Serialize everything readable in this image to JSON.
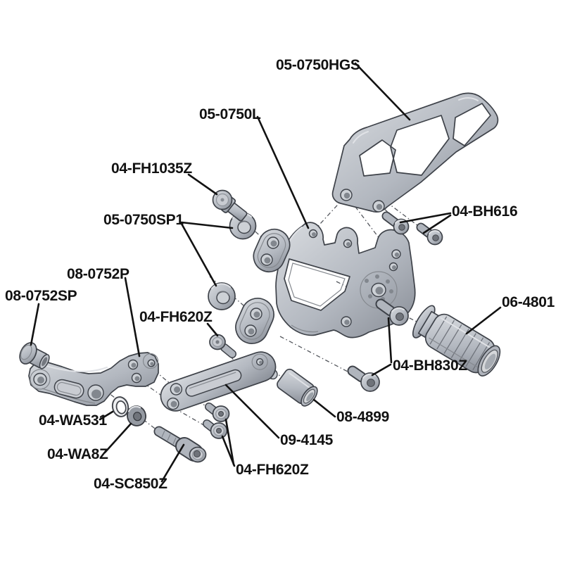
{
  "diagram": {
    "type": "exploded-parts-diagram",
    "labels": [
      {
        "text": "05-0750HGS"
      },
      {
        "text": "05-0750L"
      },
      {
        "text": "04-FH1035Z"
      },
      {
        "text": "05-0750SP1"
      },
      {
        "text": "04-BH616"
      },
      {
        "text": "08-0752P"
      },
      {
        "text": "08-0752SP"
      },
      {
        "text": "04-FH620Z"
      },
      {
        "text": "06-4801"
      },
      {
        "text": "04-BH830Z"
      },
      {
        "text": "08-4899"
      },
      {
        "text": "09-4145"
      },
      {
        "text": "04-FH620Z"
      },
      {
        "text": "04-WA531"
      },
      {
        "text": "04-WA8Z"
      },
      {
        "text": "04-SC850Z"
      }
    ],
    "colors": {
      "background": "#ffffff",
      "label": "#121212",
      "leader": "#121212",
      "part_fill": "#b3b8c0",
      "part_light": "#d9dce0",
      "part_dark": "#878c95",
      "outline": "#3e4249",
      "dash_line": "#54575d"
    }
  }
}
